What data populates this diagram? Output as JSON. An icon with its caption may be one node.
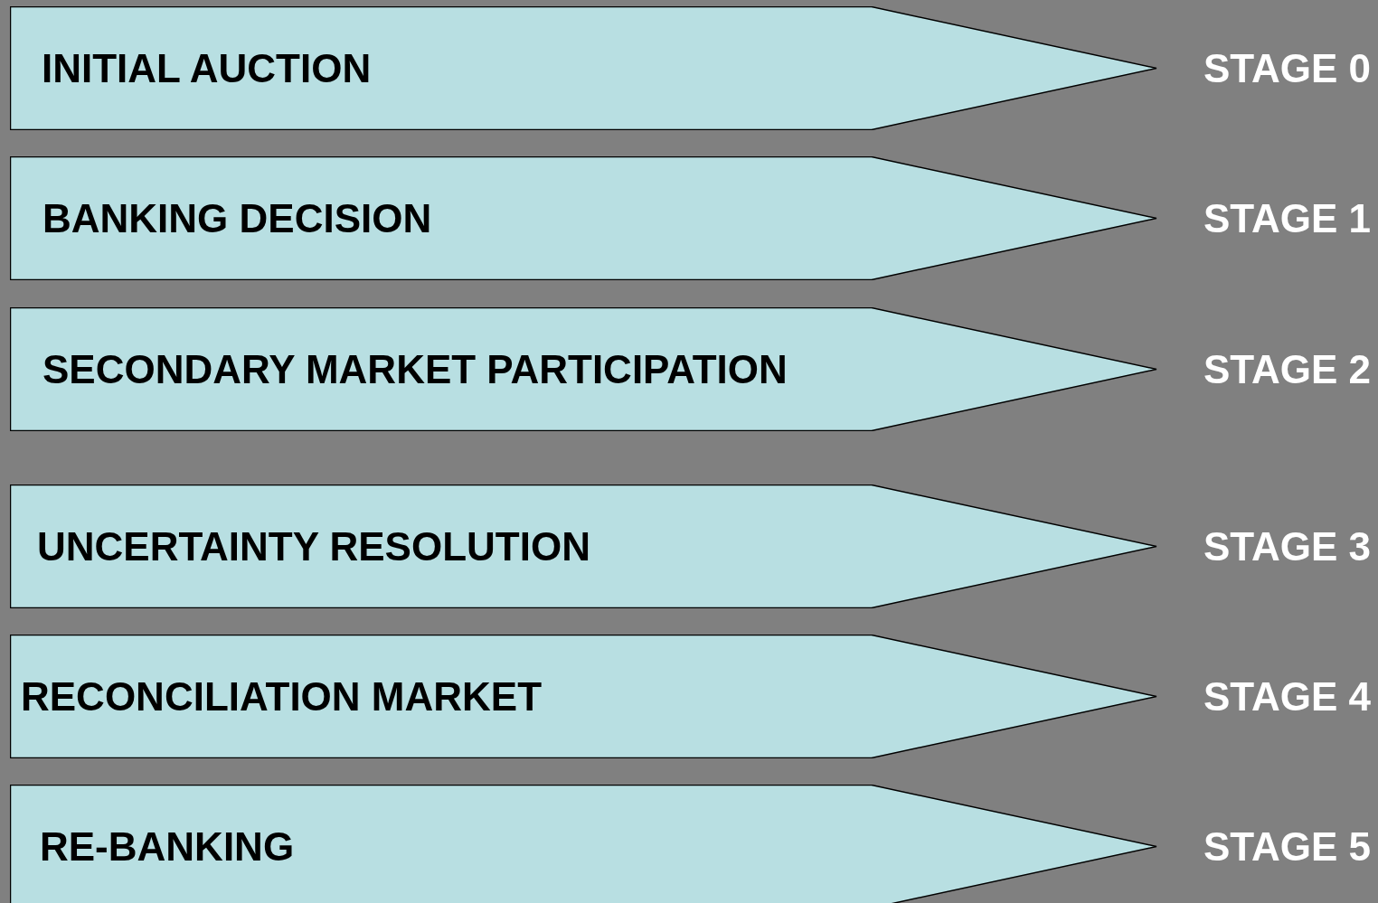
{
  "diagram": {
    "nodes": [
      {
        "text": [
          "INITIAL AUCTION"
        ],
        "beside": [
          "STAGE 0"
        ]
      },
      {
        "text": [
          "BANKING DECISION"
        ],
        "beside": [
          "STAGE 1"
        ]
      },
      {
        "text": [
          "SECONDARY MARKET PARTICIPATION"
        ],
        "beside": [
          "STAGE 2"
        ]
      },
      {
        "text": [
          "UNCERTAINTY RESOLUTION"
        ],
        "beside": [
          "STAGE 3"
        ]
      },
      {
        "text": [
          "RECONCILIATION MARKET"
        ],
        "beside": [
          "STAGE 4"
        ]
      },
      {
        "text": [
          "RE-BANKING"
        ],
        "beside": [
          "STAGE 5"
        ]
      }
    ]
  }
}
